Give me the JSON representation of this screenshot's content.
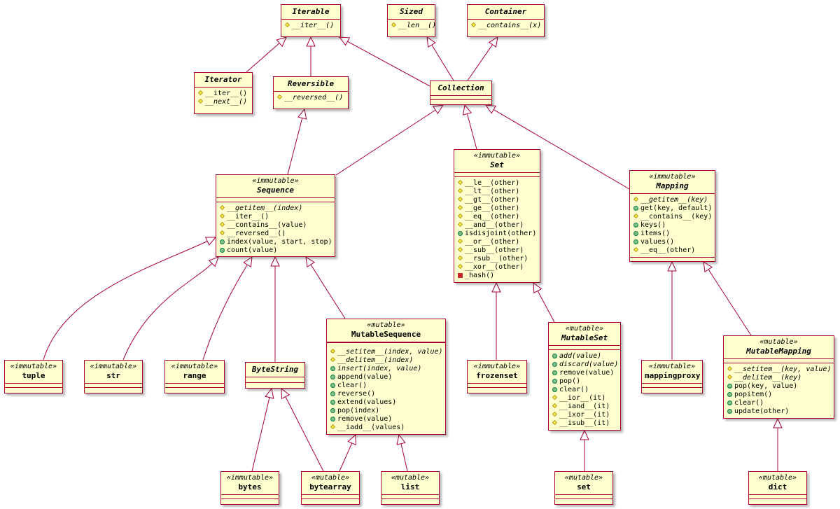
{
  "colors": {
    "box_fill": "#fefece",
    "border": "#a80036",
    "public_icon": "#84be84",
    "protected_icon": "#ffff44",
    "private_icon": "#c82930"
  },
  "classes": {
    "iterable": {
      "name": "Iterable",
      "members": [
        {
          "vis": "protected",
          "text": "__iter__()",
          "italic": true
        }
      ]
    },
    "sized": {
      "name": "Sized",
      "members": [
        {
          "vis": "protected",
          "text": "__len__()",
          "italic": true
        }
      ]
    },
    "container": {
      "name": "Container",
      "members": [
        {
          "vis": "protected",
          "text": "__contains__(x)",
          "italic": true
        }
      ]
    },
    "iterator": {
      "name": "Iterator",
      "members": [
        {
          "vis": "protected",
          "text": "__iter__()",
          "italic": false
        },
        {
          "vis": "protected",
          "text": "__next__()",
          "italic": true
        }
      ]
    },
    "reversible": {
      "name": "Reversible",
      "members": [
        {
          "vis": "protected",
          "text": "__reversed__()",
          "italic": true
        }
      ]
    },
    "collection": {
      "name": "Collection",
      "members": []
    },
    "sequence": {
      "stereotype": "«immutable»",
      "name": "Sequence",
      "members": [
        {
          "vis": "protected",
          "text": "__getitem__(index)",
          "italic": true
        },
        {
          "vis": "protected",
          "text": "__iter__()",
          "italic": false
        },
        {
          "vis": "protected",
          "text": "__contains__(value)",
          "italic": false
        },
        {
          "vis": "protected",
          "text": "__reversed__()",
          "italic": false
        },
        {
          "vis": "public",
          "text": "index(value, start, stop)",
          "italic": false
        },
        {
          "vis": "public",
          "text": "count(value)",
          "italic": false
        }
      ]
    },
    "set": {
      "stereotype": "«immutable»",
      "name": "Set",
      "members": [
        {
          "vis": "protected",
          "text": "__le__(other)",
          "italic": false
        },
        {
          "vis": "protected",
          "text": "__lt__(other)",
          "italic": false
        },
        {
          "vis": "protected",
          "text": "__gt__(other)",
          "italic": false
        },
        {
          "vis": "protected",
          "text": "__ge__(other)",
          "italic": false
        },
        {
          "vis": "protected",
          "text": "__eq__(other)",
          "italic": false
        },
        {
          "vis": "protected",
          "text": "__and__(other)",
          "italic": false
        },
        {
          "vis": "public",
          "text": "isdisjoint(other)",
          "italic": false
        },
        {
          "vis": "protected",
          "text": "__or__(other)",
          "italic": false
        },
        {
          "vis": "protected",
          "text": "__sub__(other)",
          "italic": false
        },
        {
          "vis": "protected",
          "text": "__rsub__(other)",
          "italic": false
        },
        {
          "vis": "protected",
          "text": "__xor__(other)",
          "italic": false
        },
        {
          "vis": "private",
          "text": "_hash()",
          "italic": false
        }
      ]
    },
    "mapping": {
      "stereotype": "«immutable»",
      "name": "Mapping",
      "members": [
        {
          "vis": "protected",
          "text": "__getitem__(key)",
          "italic": true
        },
        {
          "vis": "public",
          "text": "get(key, default)",
          "italic": false
        },
        {
          "vis": "protected",
          "text": "__contains__(key)",
          "italic": false
        },
        {
          "vis": "public",
          "text": "keys()",
          "italic": false
        },
        {
          "vis": "public",
          "text": "items()",
          "italic": false
        },
        {
          "vis": "public",
          "text": "values()",
          "italic": false
        },
        {
          "vis": "protected",
          "text": "__eq__(other)",
          "italic": false
        }
      ]
    },
    "tuple": {
      "stereotype": "«immutable»",
      "name": "tuple"
    },
    "str": {
      "stereotype": "«immutable»",
      "name": "str"
    },
    "range": {
      "stereotype": "«immutable»",
      "name": "range"
    },
    "bytestring": {
      "name": "ByteString"
    },
    "mutablesequence": {
      "stereotype": "«mutable»",
      "name": "MutableSequence",
      "members": [
        {
          "vis": "protected",
          "text": "__setitem__(index, value)",
          "italic": true
        },
        {
          "vis": "protected",
          "text": "__delitem__(index)",
          "italic": true
        },
        {
          "vis": "public",
          "text": "insert(index, value)",
          "italic": true
        },
        {
          "vis": "public",
          "text": "append(value)",
          "italic": false
        },
        {
          "vis": "public",
          "text": "clear()",
          "italic": false
        },
        {
          "vis": "public",
          "text": "reverse()",
          "italic": false
        },
        {
          "vis": "public",
          "text": "extend(values)",
          "italic": false
        },
        {
          "vis": "public",
          "text": "pop(index)",
          "italic": false
        },
        {
          "vis": "public",
          "text": "remove(value)",
          "italic": false
        },
        {
          "vis": "protected",
          "text": "__iadd__(values)",
          "italic": false
        }
      ]
    },
    "frozenset": {
      "stereotype": "«immutable»",
      "name": "frozenset"
    },
    "mutableset": {
      "stereotype": "«mutable»",
      "name": "MutableSet",
      "members": [
        {
          "vis": "public",
          "text": "add(value)",
          "italic": true
        },
        {
          "vis": "public",
          "text": "discard(value)",
          "italic": true
        },
        {
          "vis": "public",
          "text": "remove(value)",
          "italic": false
        },
        {
          "vis": "public",
          "text": "pop()",
          "italic": false
        },
        {
          "vis": "public",
          "text": "clear()",
          "italic": false
        },
        {
          "vis": "protected",
          "text": "__ior__(it)",
          "italic": false
        },
        {
          "vis": "protected",
          "text": "__iand__(it)",
          "italic": false
        },
        {
          "vis": "protected",
          "text": "__ixor__(it)",
          "italic": false
        },
        {
          "vis": "protected",
          "text": "__isub__(it)",
          "italic": false
        }
      ]
    },
    "mappingproxy": {
      "stereotype": "«immutable»",
      "name": "mappingproxy"
    },
    "mutablemapping": {
      "stereotype": "«mutable»",
      "name": "MutableMapping",
      "members": [
        {
          "vis": "protected",
          "text": "__setitem__(key, value)",
          "italic": true
        },
        {
          "vis": "protected",
          "text": "__delitem__(key)",
          "italic": true
        },
        {
          "vis": "public",
          "text": "pop(key, value)",
          "italic": false
        },
        {
          "vis": "public",
          "text": "popitem()",
          "italic": false
        },
        {
          "vis": "public",
          "text": "clear()",
          "italic": false
        },
        {
          "vis": "public",
          "text": "update(other)",
          "italic": false
        }
      ]
    },
    "bytes": {
      "stereotype": "«immutable»",
      "name": "bytes"
    },
    "bytearray": {
      "stereotype": "«mutable»",
      "name": "bytearray"
    },
    "list": {
      "stereotype": "«mutable»",
      "name": "list"
    },
    "set_concrete": {
      "stereotype": "«mutable»",
      "name": "set"
    },
    "dict": {
      "stereotype": "«mutable»",
      "name": "dict"
    }
  }
}
